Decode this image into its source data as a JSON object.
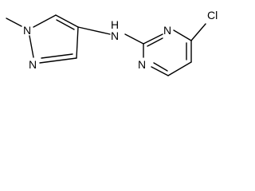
{
  "molecule": {
    "atoms": {
      "pyrazole_n1": "N",
      "pyrazole_n2": "N",
      "amine_nh": "N",
      "amine_h": "H",
      "pyrimidine_n1": "N",
      "pyrimidine_n3": "N",
      "chlorine": "Cl"
    }
  }
}
